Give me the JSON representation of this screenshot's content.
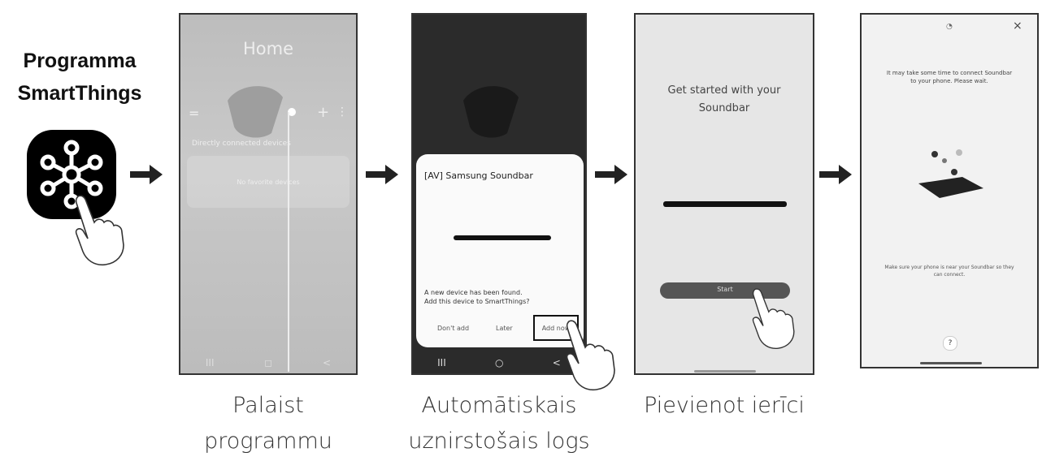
{
  "intro": {
    "line1": "Programma",
    "line2": "SmartThings",
    "icon": "smartthings-icon"
  },
  "colors": {
    "icon_bg": "#000000",
    "phone_gray": "#bdbdbd",
    "dark_screen": "#2b2b2b",
    "button": "#555555"
  },
  "steps": [
    {
      "caption_line1": "Palaist",
      "caption_line2": "programmu",
      "screen": {
        "title": "Home",
        "section": "Directly connected devices",
        "card_text": "No favorite devices",
        "nav": [
          "III",
          "◻",
          "<"
        ]
      }
    },
    {
      "caption_line1": "Automātiskais",
      "caption_line2": "uznirstošais logs",
      "screen": {
        "dialog_title": "[AV] Samsung Soundbar",
        "message_line1": "A new device has been found.",
        "message_line2": "Add this device to SmartThings?",
        "buttons": [
          "Don't add",
          "Later",
          "Add now"
        ],
        "nav": [
          "III",
          "○",
          "<"
        ]
      }
    },
    {
      "caption_line1": "Pievienot ierīci",
      "screen": {
        "title_line1": "Get started with your",
        "title_line2": "Soundbar",
        "button": "Start"
      }
    },
    {
      "screen": {
        "message_line1": "It may take some time to connect Soundbar",
        "message_line2": "to your phone. Please wait.",
        "footer_line1": "Make sure your phone is near your Soundbar so they",
        "footer_line2": "can connect.",
        "help": "?",
        "close": "×"
      }
    }
  ]
}
